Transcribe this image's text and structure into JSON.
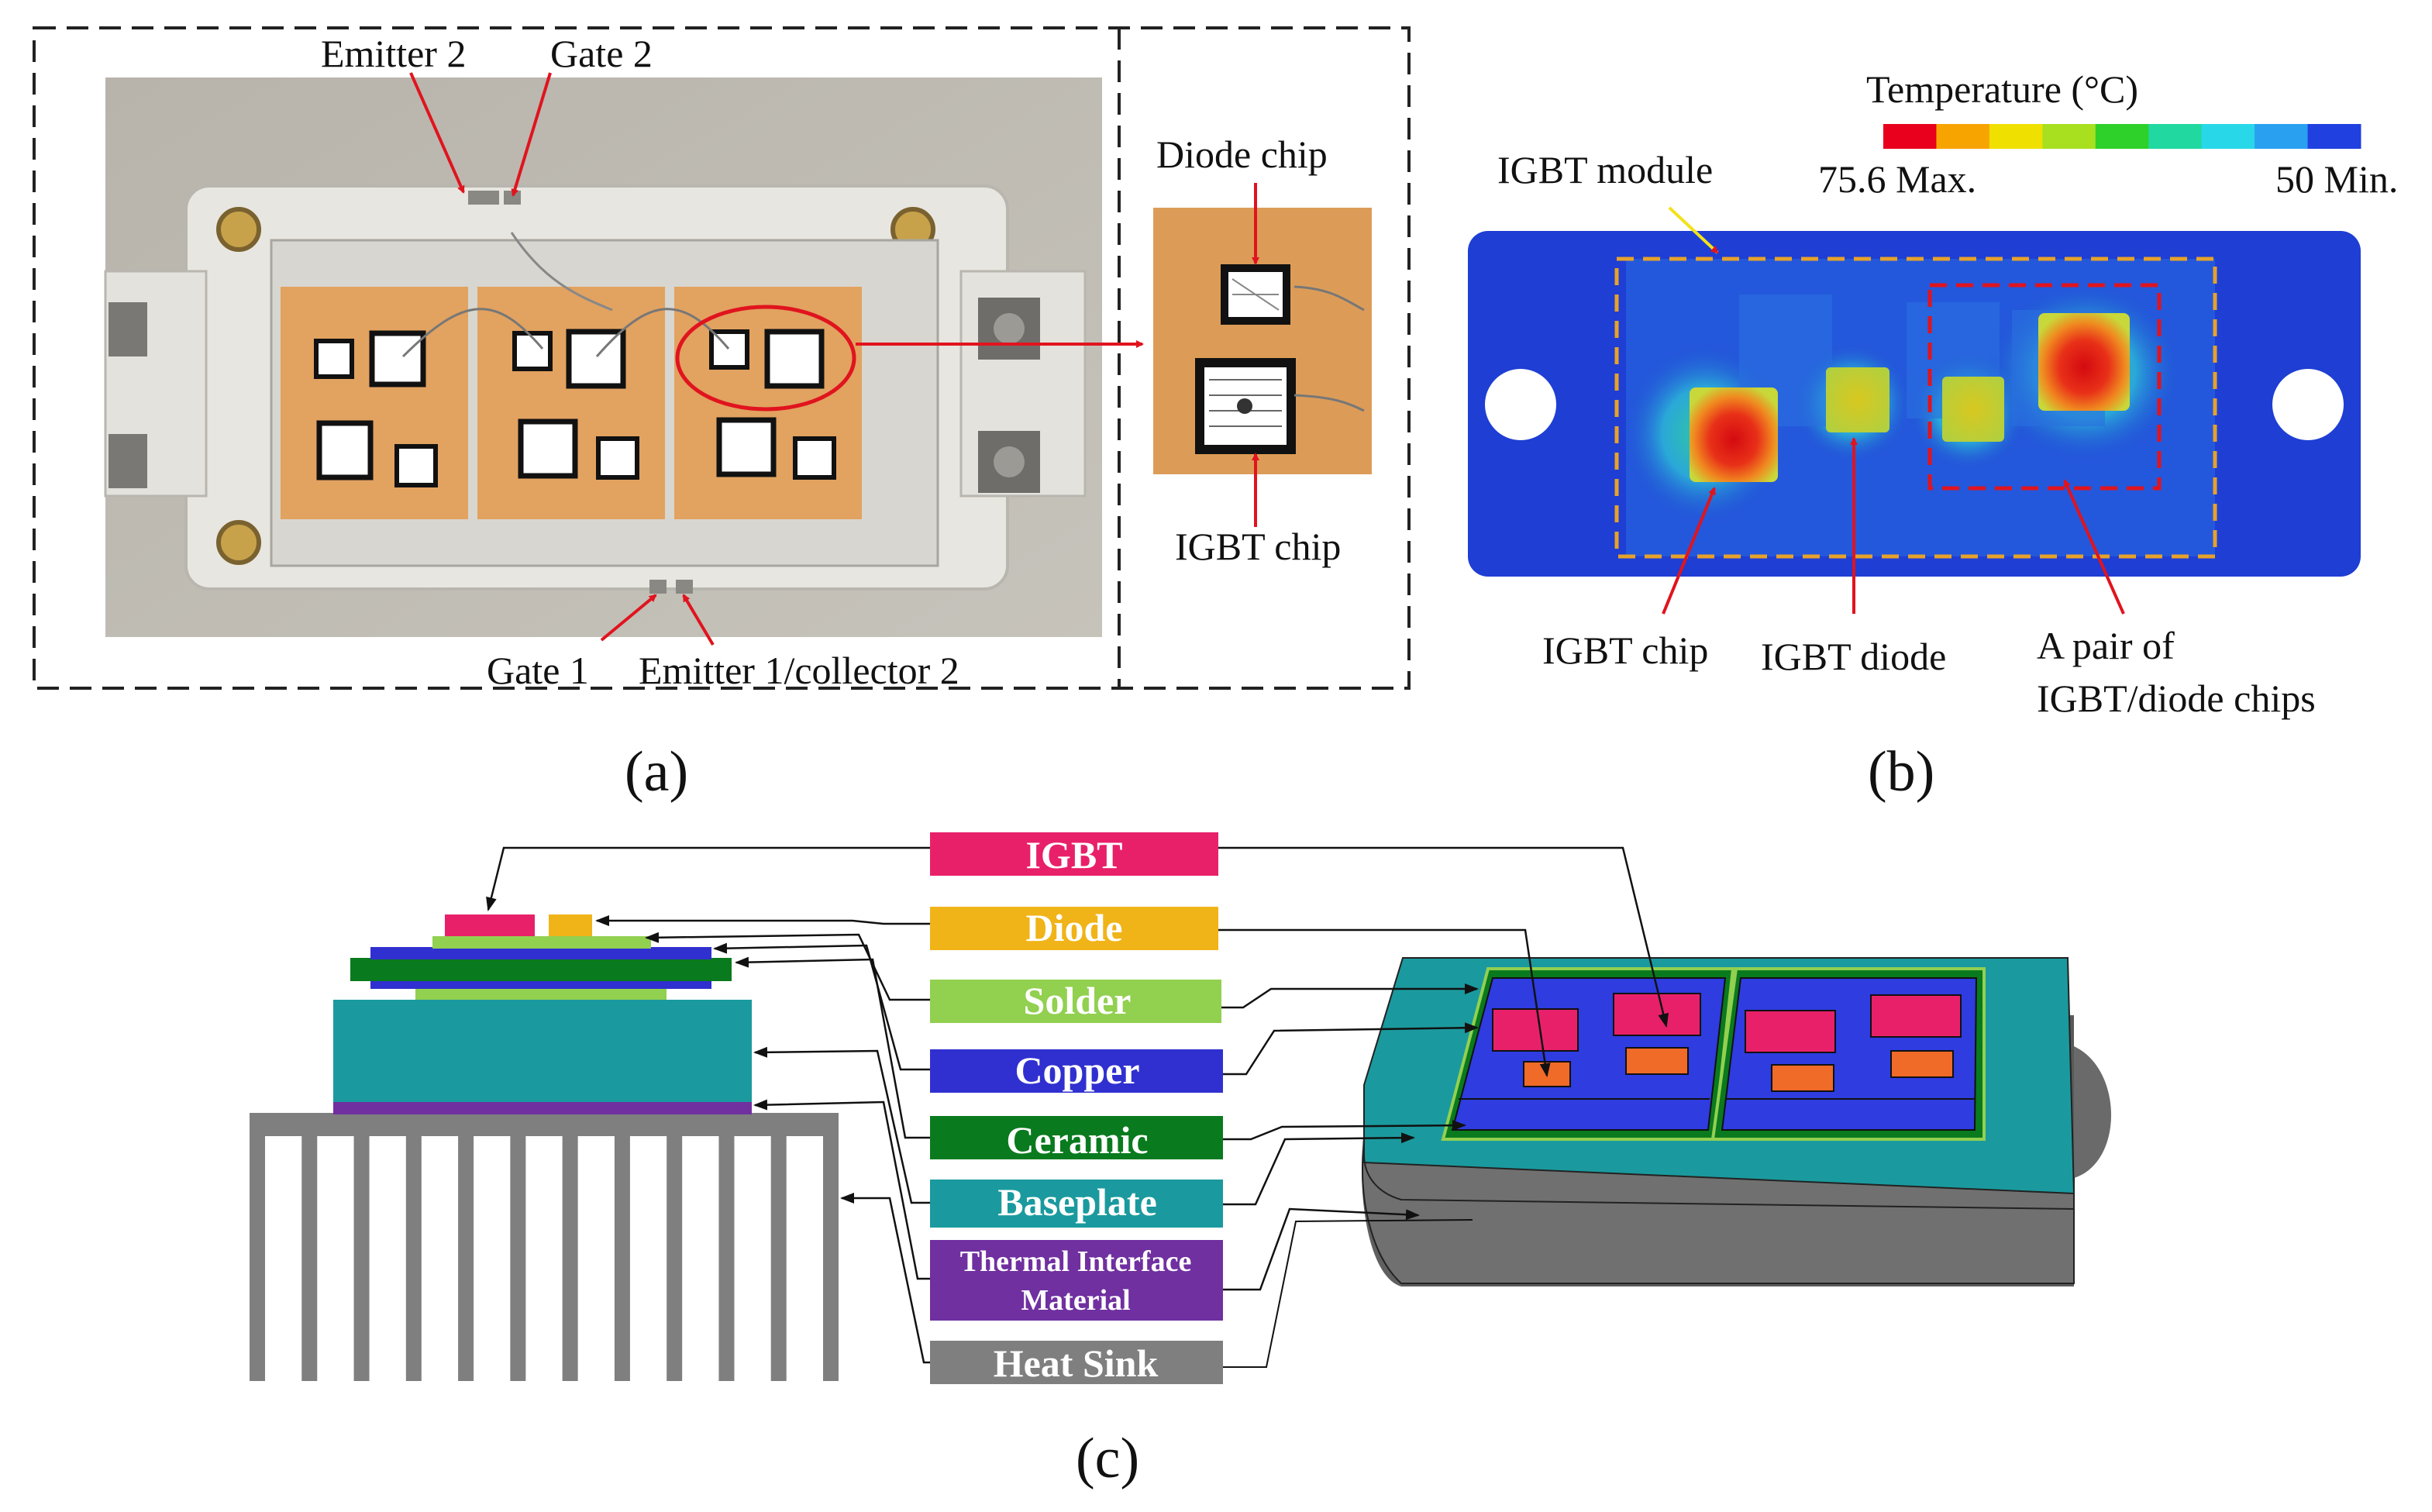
{
  "panel_a": {
    "caption": "(a)",
    "labels": {
      "emitter2": "Emitter 2",
      "gate2": "Gate 2",
      "gate1": "Gate 1",
      "emitter1": "Emitter 1/collector 2",
      "diode_chip": "Diode chip",
      "igbt_chip": "IGBT chip"
    }
  },
  "panel_b": {
    "caption": "(b)",
    "legend_title": "Temperature (°C)",
    "max_label": "75.6 Max.",
    "min_label": "50 Min.",
    "max_value": 75.6,
    "min_value": 50,
    "legend_colors": [
      "#e8001c",
      "#f7a400",
      "#f0e000",
      "#a8e020",
      "#2ed02a",
      "#20d8a0",
      "#28d8e8",
      "#2aa0f0",
      "#2040e0"
    ],
    "labels": {
      "module": "IGBT module",
      "chip": "IGBT chip",
      "diode": "IGBT diode",
      "pair_line1": "A pair of",
      "pair_line2": "IGBT/diode chips"
    }
  },
  "panel_c": {
    "caption": "(c)",
    "layers": [
      {
        "name": "IGBT",
        "color": "#e8206a"
      },
      {
        "name": "Diode",
        "color": "#f0b418"
      },
      {
        "name": "Solder",
        "color": "#92d050"
      },
      {
        "name": "Copper",
        "color": "#3030d0"
      },
      {
        "name": "Ceramic",
        "color": "#0a7a1e"
      },
      {
        "name": "Baseplate",
        "color": "#1a9a9e"
      },
      {
        "name": "Thermal Interface",
        "name2": "Material",
        "color": "#7030a0"
      },
      {
        "name": "Heat Sink",
        "color": "#7f7f7f"
      }
    ]
  }
}
